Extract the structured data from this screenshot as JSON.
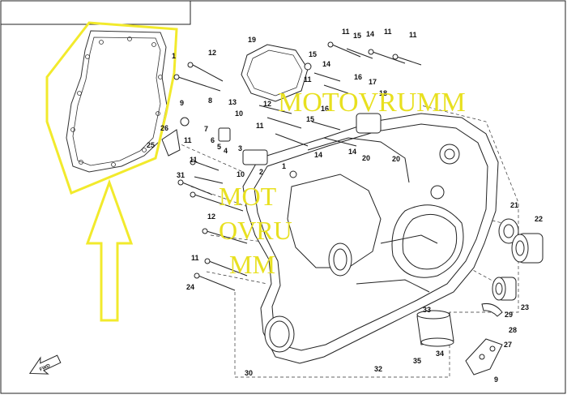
{
  "callouts": [
    {
      "id": "c19",
      "text": "19"
    },
    {
      "id": "c11a",
      "text": "11"
    },
    {
      "id": "c15a",
      "text": "15"
    },
    {
      "id": "c14a",
      "text": "14"
    },
    {
      "id": "c11b",
      "text": "11"
    },
    {
      "id": "c11c",
      "text": "11"
    },
    {
      "id": "c12a",
      "text": "12"
    },
    {
      "id": "c1a",
      "text": "1"
    },
    {
      "id": "c15b",
      "text": "15"
    },
    {
      "id": "c14b",
      "text": "14"
    },
    {
      "id": "c16a",
      "text": "16"
    },
    {
      "id": "c17",
      "text": "17"
    },
    {
      "id": "c18",
      "text": "18"
    },
    {
      "id": "c9a",
      "text": "9"
    },
    {
      "id": "c8",
      "text": "8"
    },
    {
      "id": "c13",
      "text": "13"
    },
    {
      "id": "c12b",
      "text": "12"
    },
    {
      "id": "c11d",
      "text": "11"
    },
    {
      "id": "c15c",
      "text": "15"
    },
    {
      "id": "c16b",
      "text": "16"
    },
    {
      "id": "c10a",
      "text": "10"
    },
    {
      "id": "c7",
      "text": "7"
    },
    {
      "id": "c6",
      "text": "6"
    },
    {
      "id": "c5",
      "text": "5"
    },
    {
      "id": "c4",
      "text": "4"
    },
    {
      "id": "c11e",
      "text": "11"
    },
    {
      "id": "c3",
      "text": "3"
    },
    {
      "id": "c26",
      "text": "26"
    },
    {
      "id": "c25",
      "text": "25"
    },
    {
      "id": "c11f",
      "text": "11"
    },
    {
      "id": "c14c",
      "text": "14"
    },
    {
      "id": "c14d",
      "text": "14"
    },
    {
      "id": "c20a",
      "text": "20"
    },
    {
      "id": "c20b",
      "text": "20"
    },
    {
      "id": "c11g",
      "text": "11"
    },
    {
      "id": "c10b",
      "text": "10"
    },
    {
      "id": "c2",
      "text": "2"
    },
    {
      "id": "c1b",
      "text": "1"
    },
    {
      "id": "c31",
      "text": "31"
    },
    {
      "id": "c12c",
      "text": "12"
    },
    {
      "id": "c21",
      "text": "21"
    },
    {
      "id": "c22",
      "text": "22"
    },
    {
      "id": "c11h",
      "text": "11"
    },
    {
      "id": "c24",
      "text": "24"
    },
    {
      "id": "c23",
      "text": "23"
    },
    {
      "id": "c33",
      "text": "33"
    },
    {
      "id": "c29",
      "text": "29"
    },
    {
      "id": "c28",
      "text": "28"
    },
    {
      "id": "c27",
      "text": "27"
    },
    {
      "id": "c34",
      "text": "34"
    },
    {
      "id": "c32",
      "text": "32"
    },
    {
      "id": "c35",
      "text": "35"
    },
    {
      "id": "c30",
      "text": "30"
    },
    {
      "id": "c9b",
      "text": "9"
    }
  ],
  "watermark": {
    "line_top": "MOTOVRUMM",
    "block": [
      "MOT",
      "OVRU",
      "MM"
    ]
  },
  "fwd_label": "FWD",
  "colors": {
    "highlight": "#f2ea2c",
    "watermark": "#e8e020",
    "line": "#222222"
  }
}
